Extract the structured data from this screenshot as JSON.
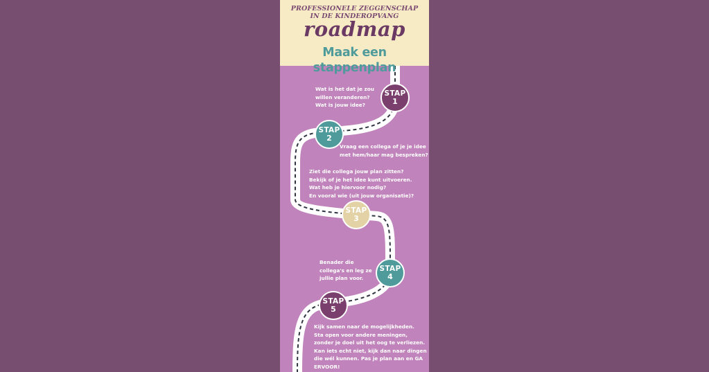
{
  "header": {
    "supertitle_line1": "PROFESSIONELE ZEGGENSCHAP",
    "supertitle_line2": "IN DE KINDEROPVANG",
    "title": "roadmap",
    "subtitle": "Maak een stappenplan"
  },
  "steps": [
    {
      "word": "STAP",
      "number": "1",
      "color": "#7b3f6e"
    },
    {
      "word": "STAP",
      "number": "2",
      "color": "#4f9b9b"
    },
    {
      "word": "STAP",
      "number": "3",
      "color": "#e3d2a5"
    },
    {
      "word": "STAP",
      "number": "4",
      "color": "#4f9b9b"
    },
    {
      "word": "STAP",
      "number": "5",
      "color": "#7b3f6e"
    }
  ],
  "texts": {
    "step1": [
      "Wat is het dat je zou",
      "willen veranderen?",
      "Wat is jouw idee?"
    ],
    "step2": [
      "Vraag een collega of  je je idee",
      "met hem/haar mag bespreken?"
    ],
    "step3": [
      "Ziet die collega jouw plan zitten?",
      "Bekijk of je het idee kunt uitvoeren.",
      "Wat heb je hiervoor nodig?",
      "En vooral wie (uit jouw organisatie)?"
    ],
    "step4": [
      "Benader die",
      "collega's en leg ze",
      "jullie plan voor."
    ],
    "step5": [
      "Kijk samen naar de mogelijkheden.",
      "Sta open voor andere meningen,",
      "zonder je doel uit het oog te verliezen.",
      "Kan iets echt niet, kijk dan naar dingen",
      "die wél kunnen. Pas je plan aan en GA",
      "ERVOOR!"
    ]
  }
}
